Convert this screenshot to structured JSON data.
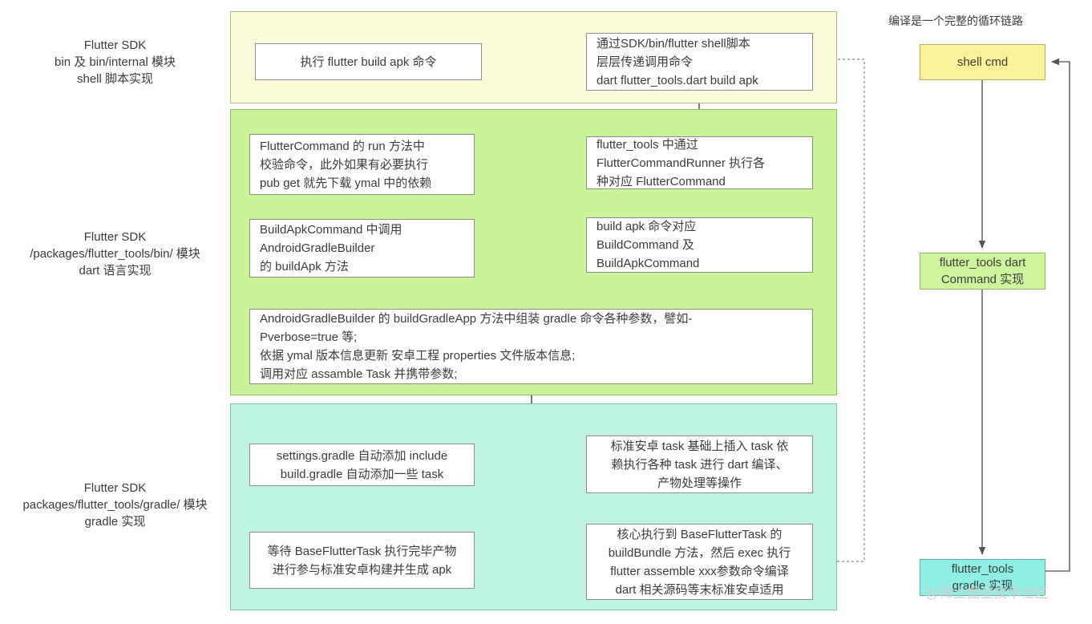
{
  "sections": [
    {
      "id": "shell",
      "label": "Flutter SDK\nbin 及 bin/internal 模块\nshell 脚本实现",
      "color": "#fcfbd9"
    },
    {
      "id": "dart",
      "label": "Flutter SDK\n/packages/flutter_tools/bin/ 模块\ndart 语言实现",
      "color": "#c9f49a"
    },
    {
      "id": "gradle",
      "label": "Flutter SDK\npackages/flutter_tools/gradle/ 模块\ngradle 实现",
      "color": "#bdf3e0"
    }
  ],
  "nodes": {
    "cmd": "执行 flutter build apk 命令",
    "shell_pass": "通过SDK/bin/flutter shell脚本\n层层传递调用命令\ndart flutter_tools.dart build apk",
    "run_method": "FlutterCommand 的 run 方法中\n校验命令，此外如果有必要执行\npub get 就先下载 ymal 中的依赖",
    "command_runner": "flutter_tools 中通过\nFlutterCommandRunner 执行各\n种对应 FlutterCommand",
    "build_apk_command": "BuildApkCommand 中调用\nAndroidGradleBuilder\n的 buildApk 方法",
    "build_command_map": "build apk 命令对应\nBuildCommand 及\nBuildApkCommand",
    "gradle_app": "AndroidGradleBuilder 的 buildGradleApp 方法中组装 gradle 命令各种参数，譬如-\nPverbose=true 等;\n依据 ymal 版本信息更新 安卓工程 properties 文件版本信息;\n调用对应 assamble Task 并携带参数;",
    "settings_gradle": "settings.gradle 自动添加 include\nbuild.gradle 自动添加一些 task",
    "android_tasks": "标准安卓 task 基础上插入 task 依\n赖执行各种 task 进行 dart 编译、\n产物处理等操作",
    "wait_task": "等待 BaseFlutterTask 执行完毕产物\n进行参与标准安卓构建并生成 apk",
    "core_task": "核心执行到 BaseFlutterTask 的\nbuildBundle 方法，然后 exec 执行\nflutter assemble xxx参数命令编译\ndart 相关源码等末标准安卓适用"
  },
  "cycle": {
    "title": "编译是一个完整的循环链路",
    "nodes": [
      {
        "id": "shell-cmd",
        "label": "shell cmd",
        "color": "#fbf29a"
      },
      {
        "id": "dart-command",
        "label": "flutter_tools dart\nCommand 实现",
        "color": "#cdf59e"
      },
      {
        "id": "gradle-impl",
        "label": "flutter_tools\ngradle 实现",
        "color": "#8ef0e4"
      }
    ]
  },
  "watermark": "@稀土掘金技术社区",
  "colors": {
    "band_shell": "#fcfbd9",
    "band_dart": "#c9f49a",
    "band_gradle": "#bdf3e0",
    "arrow": "#4a5f43",
    "node_border": "#8d8d8d",
    "text": "#3c3c3c"
  }
}
